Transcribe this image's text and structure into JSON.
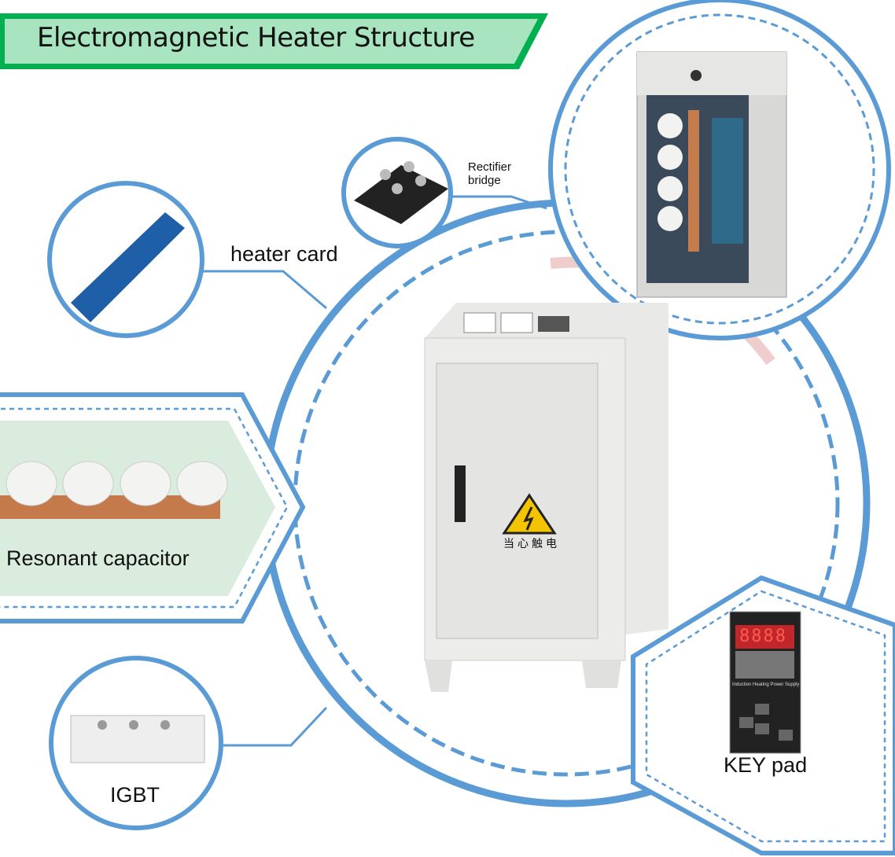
{
  "title": "Electromagnetic Heater Structure",
  "components": {
    "rectifier_bridge": "Rectifier bridge",
    "heater_card": "heater card",
    "resonant_capacitor": "Resonant capacitor",
    "igbt": "IGBT",
    "key_pad": "KEY pad"
  },
  "cabinet": {
    "warning_text": "当心触电"
  },
  "keypad_device": {
    "display": "8888",
    "caption": "Induction Heating Power Supply"
  },
  "colors": {
    "accent_blue": "#5b9bd5",
    "banner_green": "#00b050",
    "banner_fill": "#a8e4c0"
  }
}
